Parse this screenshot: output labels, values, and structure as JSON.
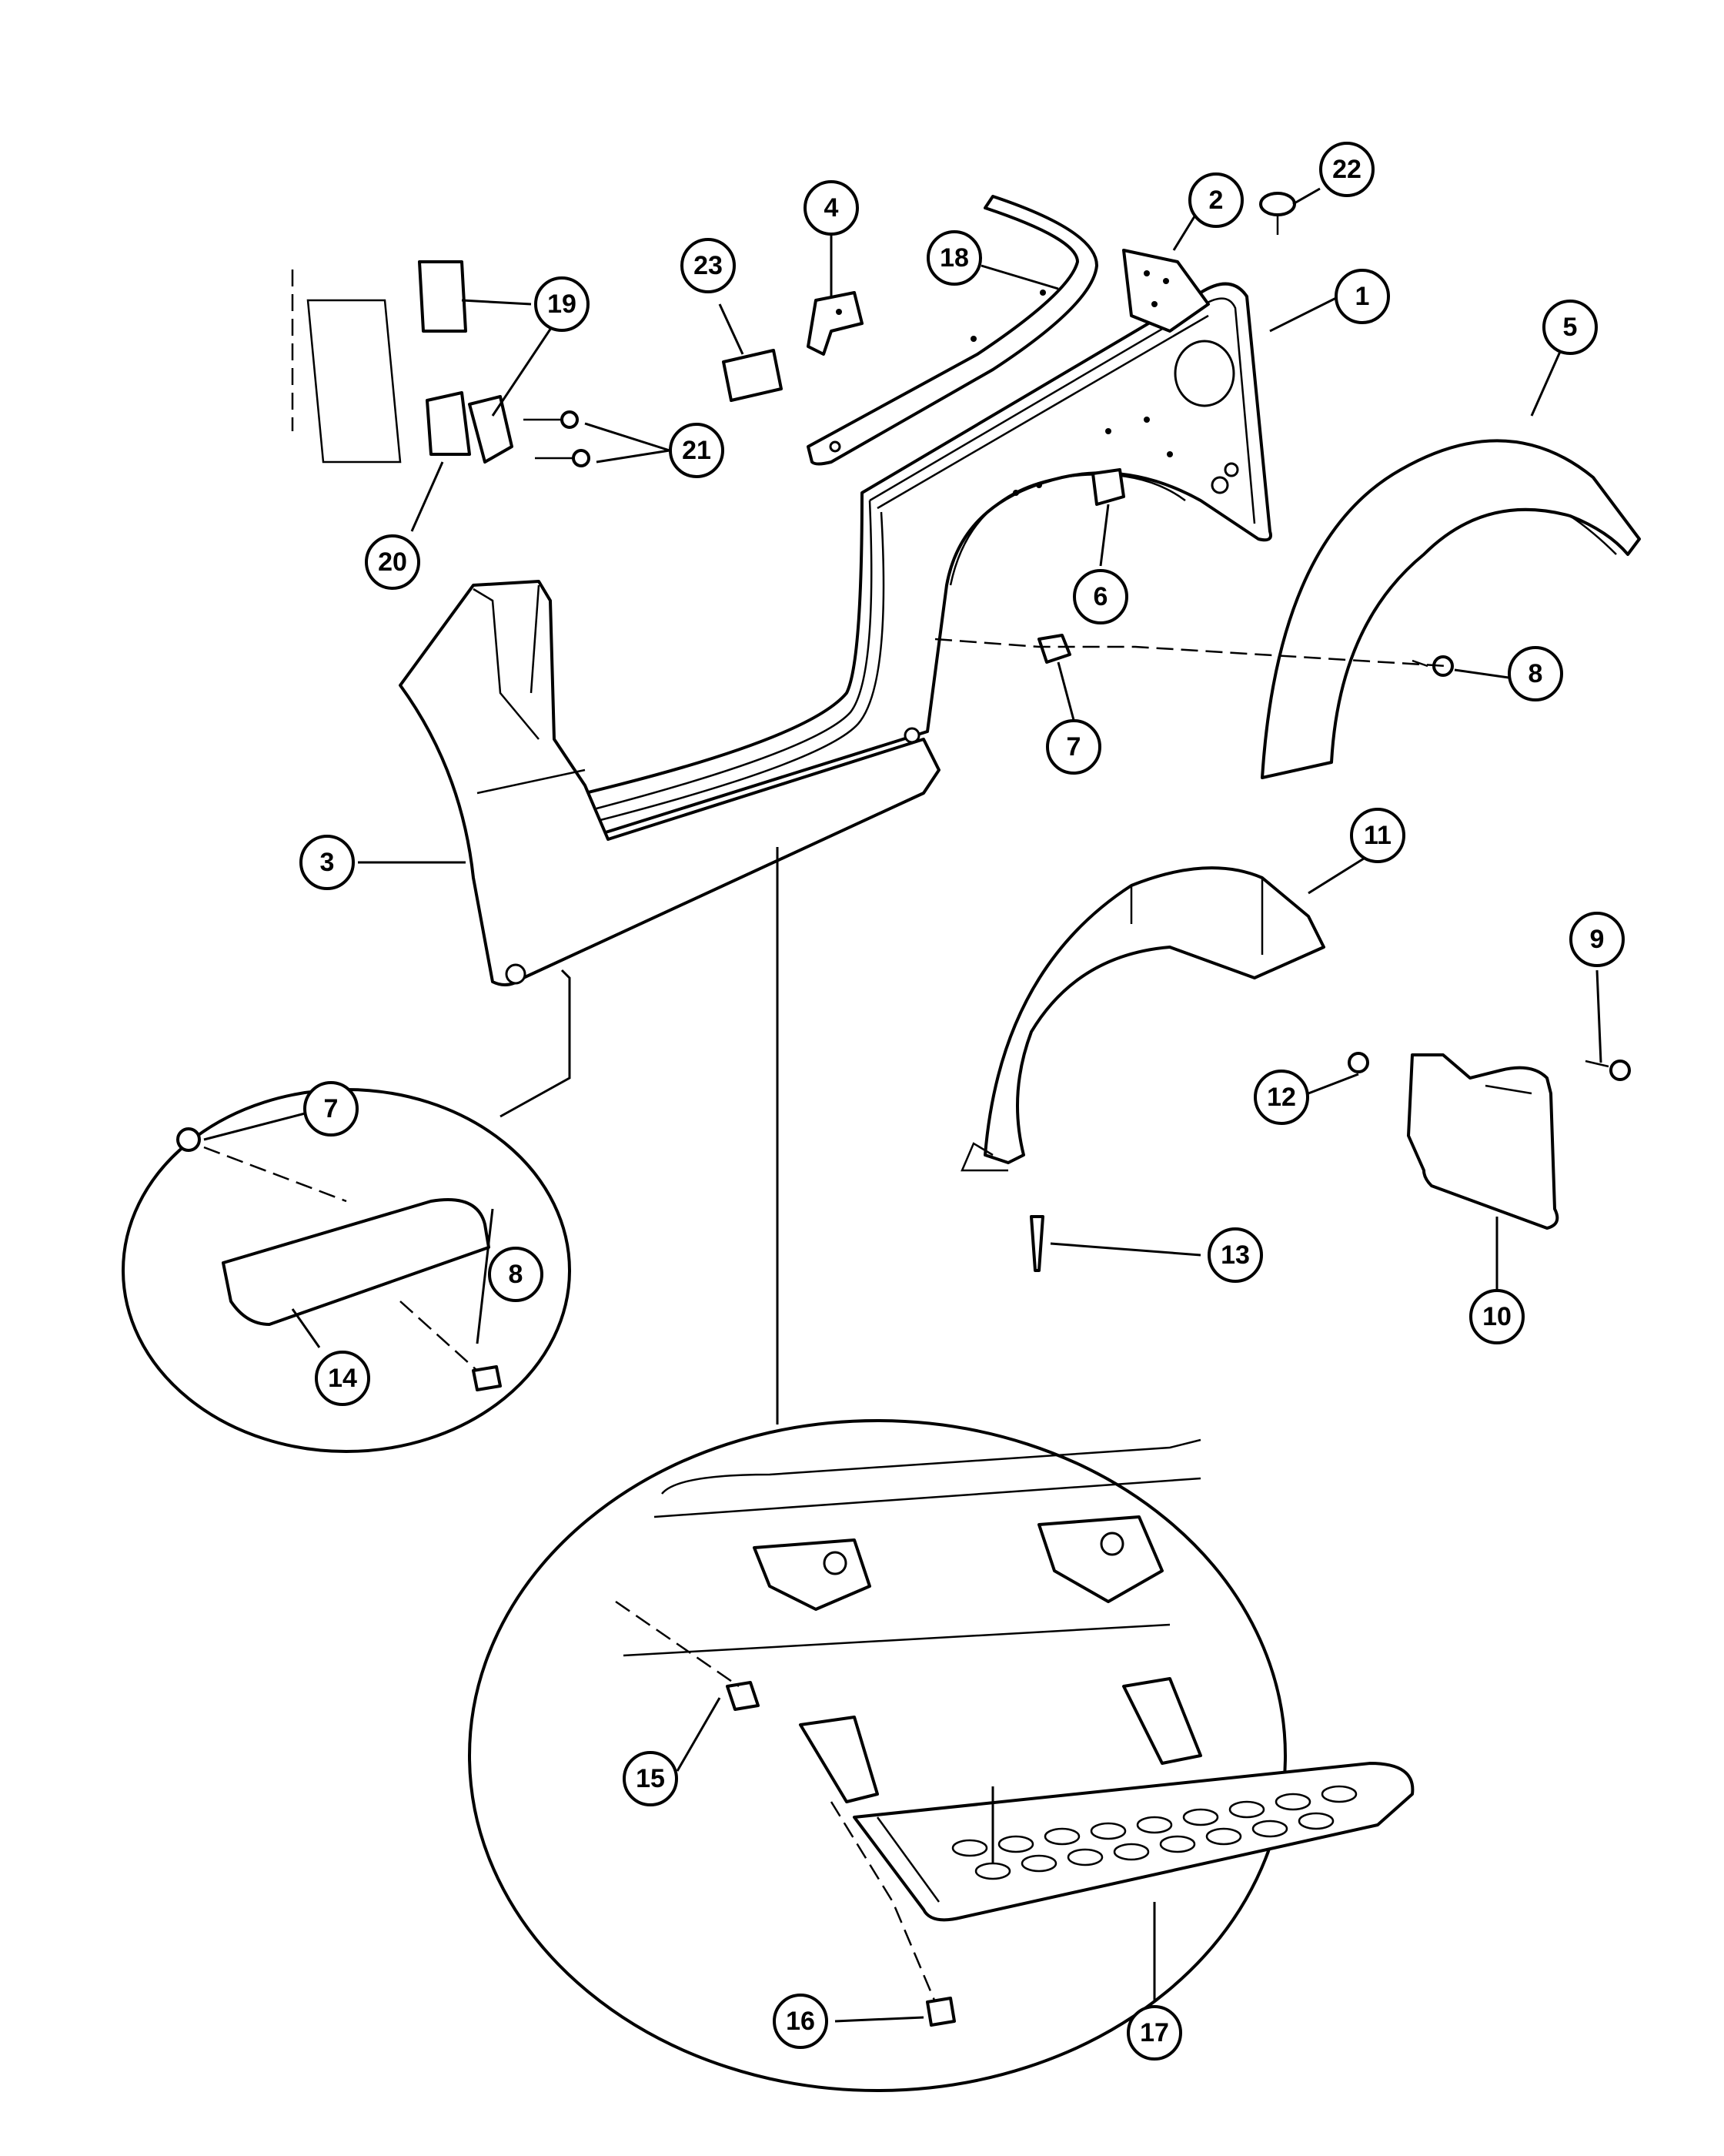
{
  "callouts": [
    {
      "id": "c1",
      "label": "1"
    },
    {
      "id": "c2",
      "label": "2"
    },
    {
      "id": "c3",
      "label": "3"
    },
    {
      "id": "c4",
      "label": "4"
    },
    {
      "id": "c5",
      "label": "5"
    },
    {
      "id": "c6",
      "label": "6"
    },
    {
      "id": "c7a",
      "label": "7"
    },
    {
      "id": "c7b",
      "label": "7"
    },
    {
      "id": "c8a",
      "label": "8"
    },
    {
      "id": "c8b",
      "label": "8"
    },
    {
      "id": "c9",
      "label": "9"
    },
    {
      "id": "c10",
      "label": "10"
    },
    {
      "id": "c11",
      "label": "11"
    },
    {
      "id": "c12",
      "label": "12"
    },
    {
      "id": "c13",
      "label": "13"
    },
    {
      "id": "c14",
      "label": "14"
    },
    {
      "id": "c15",
      "label": "15"
    },
    {
      "id": "c16",
      "label": "16"
    },
    {
      "id": "c17",
      "label": "17"
    },
    {
      "id": "c18",
      "label": "18"
    },
    {
      "id": "c19",
      "label": "19"
    },
    {
      "id": "c20",
      "label": "20"
    },
    {
      "id": "c21",
      "label": "21"
    },
    {
      "id": "c22",
      "label": "22"
    },
    {
      "id": "c23",
      "label": "23"
    }
  ]
}
